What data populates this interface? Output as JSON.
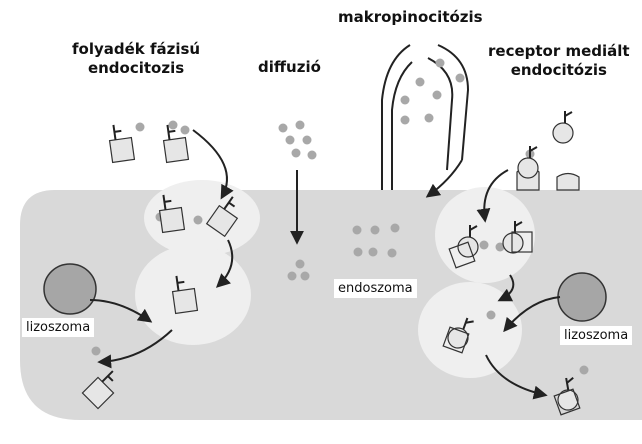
{
  "labels": {
    "fluid_phase": [
      "folyadék fázisú",
      "endocitozis"
    ],
    "diffusion": "diffuzió",
    "macropinocytosis": "makropinocitózis",
    "receptor_mediated": [
      "receptor mediált",
      "endocitózis"
    ],
    "endosome": "endoszoma",
    "lysosome_left": "lizoszoma",
    "lysosome_right": "lizoszoma"
  },
  "colors": {
    "background": "#ffffff",
    "cell": "#d9d9d9",
    "vesicle": "#efefef",
    "lysosome": "#a6a6a6",
    "dot": "#a8a8a8",
    "stroke": "#222222"
  }
}
